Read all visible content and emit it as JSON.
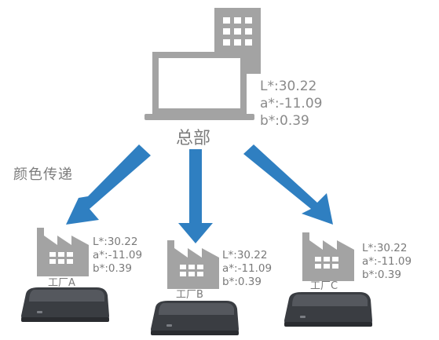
{
  "colors": {
    "arrow": "#2f7fc1",
    "icon": "#a3a3a3",
    "device": "#3a3d42"
  },
  "hq": {
    "label": "总部",
    "icon": "laptop-icon",
    "building_icon": "office-building-icon",
    "values": [
      "L*:30.22",
      "a*:-11.09",
      "b*:0.39"
    ]
  },
  "transfer_label": "颜色传递",
  "factories": [
    {
      "label": "工厂A",
      "icon": "factory-icon",
      "device": "spectrophotometer-icon",
      "values": [
        "L*:30.22",
        "a*:-11.09",
        "b*:0.39"
      ]
    },
    {
      "label": "工厂B",
      "icon": "factory-icon",
      "device": "spectrophotometer-icon",
      "values": [
        "L*:30.22",
        "a*:-11.09",
        "b*:0.39"
      ]
    },
    {
      "label": "工厂C",
      "icon": "factory-icon",
      "device": "spectrophotometer-icon",
      "values": [
        "L*:30.22",
        "a*:-11.09",
        "b*:0.39"
      ]
    }
  ]
}
